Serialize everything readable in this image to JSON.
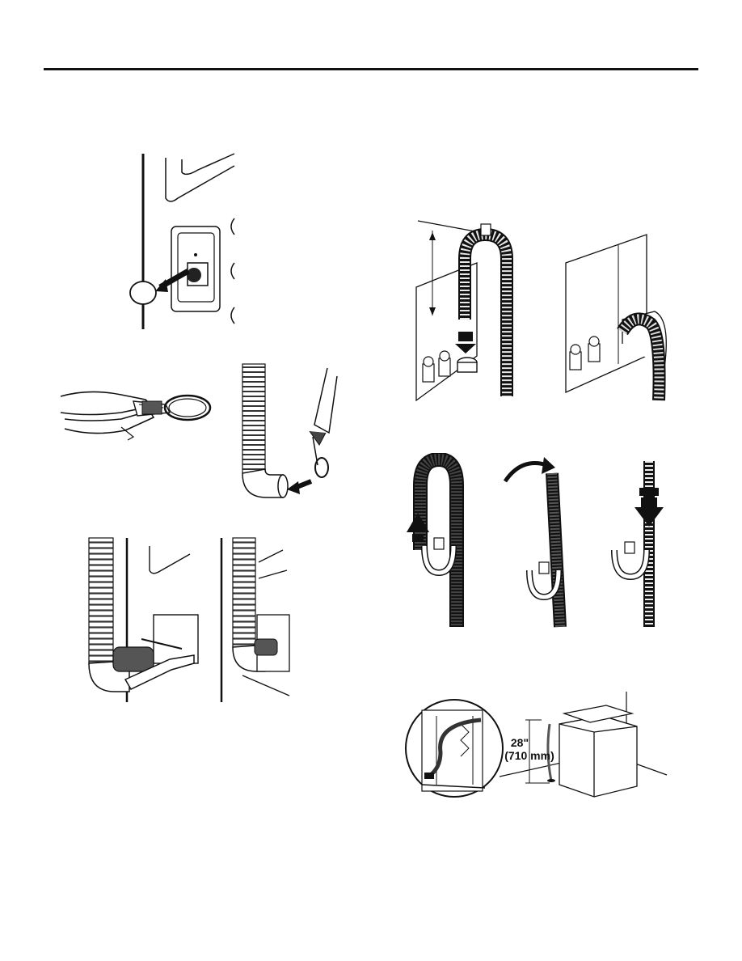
{
  "page": {
    "header_rule": true
  },
  "figures": {
    "cap_removal": {
      "icon": "drain-cap-removal-illustration"
    },
    "pliers_clamp": {
      "icon": "locking-pliers-with-clamp-icon"
    },
    "hose_elbow_clamp": {
      "icon": "drain-hose-elbow-clamp-icon"
    },
    "hose_attach_pliers": {
      "icon": "hose-attach-with-pliers-illustration"
    },
    "hose_attached": {
      "icon": "hose-attached-illustration"
    },
    "standpipe_height": {
      "icon": "standpipe-hose-hook-illustration"
    },
    "laundry_tub": {
      "icon": "laundry-tub-hose-illustration"
    },
    "hook_step_1": {
      "icon": "hose-hook-step-1-icon"
    },
    "hook_step_2": {
      "icon": "hose-hook-step-2-icon"
    },
    "hook_step_3": {
      "icon": "hose-hook-step-3-icon"
    },
    "floor_drain": {
      "icon": "floor-drain-washer-illustration",
      "height_in": "28\"",
      "height_mm": "(710 mm)"
    }
  },
  "colors": {
    "line": "#111111",
    "hose_dark": "#333333",
    "hose_light": "#f2f2f2"
  }
}
